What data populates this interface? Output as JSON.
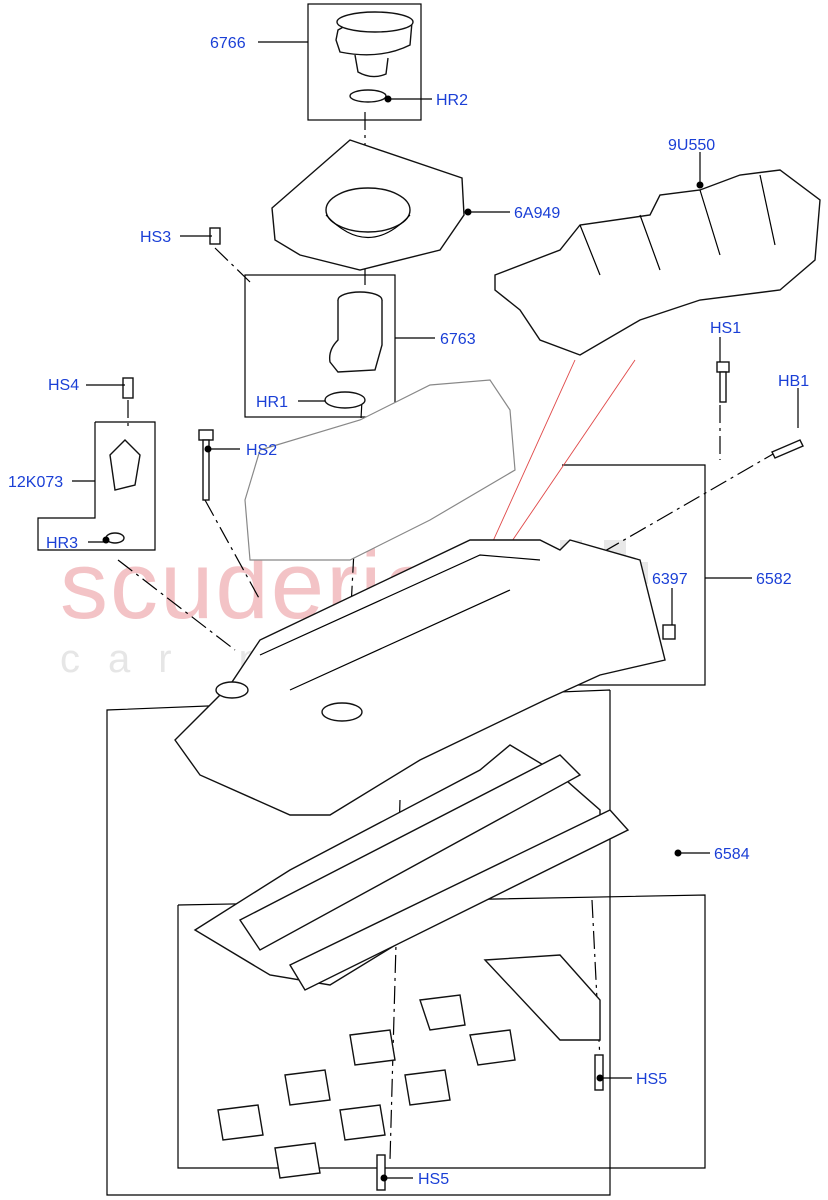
{
  "watermark": {
    "main": "scuderia",
    "sub": "car parts"
  },
  "callouts": {
    "p6766": "6766",
    "hr2": "HR2",
    "p9u550": "9U550",
    "p6a949": "6A949",
    "hs3": "HS3",
    "p6763": "6763",
    "hs1": "HS1",
    "hs4": "HS4",
    "hb1": "HB1",
    "hr1": "HR1",
    "hs2": "HS2",
    "p12k073": "12K073",
    "hr3": "HR3",
    "p6397": "6397",
    "p6582": "6582",
    "p6584": "6584",
    "hs5_upper": "HS5",
    "hs5_lower": "HS5"
  },
  "colors": {
    "callout": "#1a3fd6",
    "watermark_main": "#f3c3c6",
    "leader": "#000000",
    "projection": "#e04848"
  }
}
